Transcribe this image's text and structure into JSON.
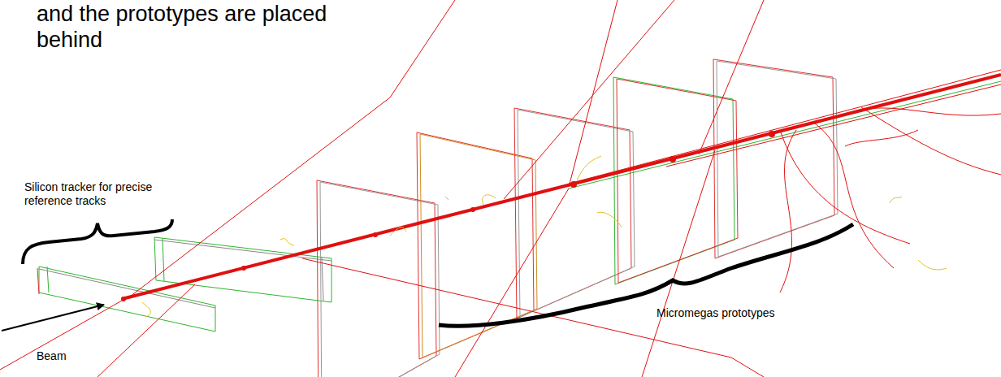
{
  "diagram": {
    "labels": [
      "and the prototypes are placed behind",
      "Silicon tracker for precise reference tracks",
      "Beam",
      "Micromegas prototypes"
    ]
  }
}
